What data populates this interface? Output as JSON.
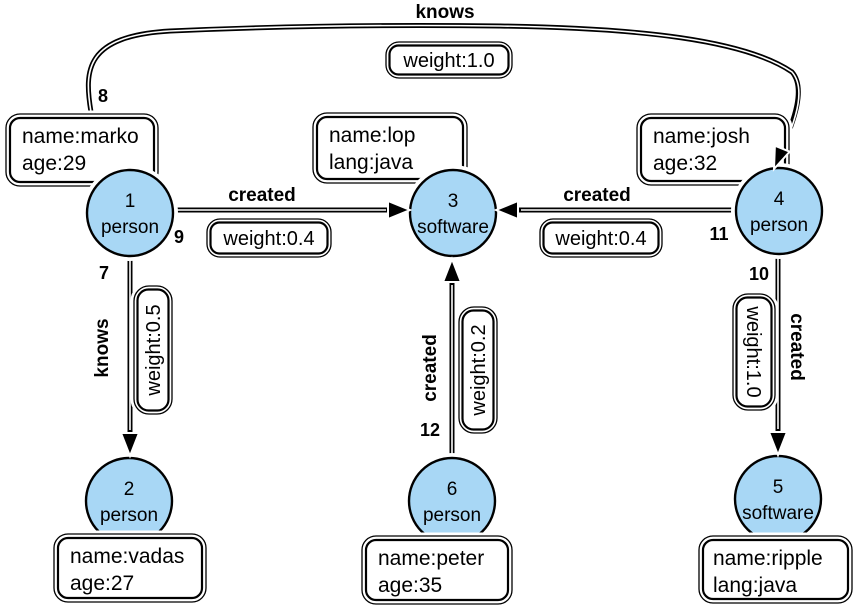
{
  "colors": {
    "node_fill": "#A8D7F5",
    "line": "#000000",
    "background": "#FFFFFF"
  },
  "nodes": {
    "v1": {
      "id": "1",
      "label": "person",
      "props": [
        "name:marko",
        "age:29"
      ]
    },
    "v2": {
      "id": "2",
      "label": "person",
      "props": [
        "name:vadas",
        "age:27"
      ]
    },
    "v3": {
      "id": "3",
      "label": "software",
      "props": [
        "name:lop",
        "lang:java"
      ]
    },
    "v4": {
      "id": "4",
      "label": "person",
      "props": [
        "name:josh",
        "age:32"
      ]
    },
    "v5": {
      "id": "5",
      "label": "software",
      "props": [
        "name:ripple",
        "lang:java"
      ]
    },
    "v6": {
      "id": "6",
      "label": "person",
      "props": [
        "name:peter",
        "age:35"
      ]
    }
  },
  "edges": {
    "e7": {
      "id": "7",
      "label": "knows",
      "weight": "weight:0.5"
    },
    "e8": {
      "id": "8",
      "label": "knows",
      "weight": "weight:1.0"
    },
    "e9": {
      "id": "9",
      "label": "created",
      "weight": "weight:0.4"
    },
    "e10": {
      "id": "10",
      "label": "created",
      "weight": "weight:1.0"
    },
    "e11": {
      "id": "11",
      "label": "created",
      "weight": "weight:0.4"
    },
    "e12": {
      "id": "12",
      "label": "created",
      "weight": "weight:0.2"
    }
  }
}
